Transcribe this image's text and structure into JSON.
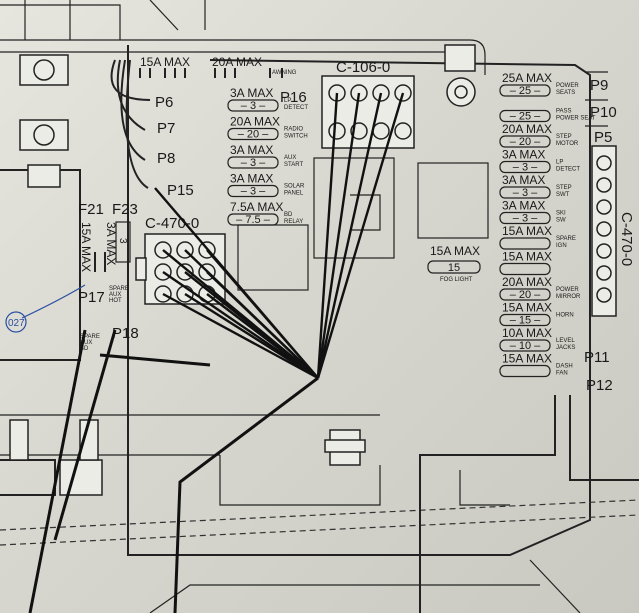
{
  "connectors": {
    "c106": "C-106-0",
    "c470_left": "C-470-0",
    "c470_right": "C-470-0"
  },
  "plugs": {
    "p5": "P5",
    "p6": "P6",
    "p7": "P7",
    "p8": "P8",
    "p9": "P9",
    "p10": "P10",
    "p11": "P11",
    "p12": "P12",
    "p15": "P15",
    "p16": "P16",
    "p17": "P17",
    "p18": "P18"
  },
  "top_ratings": {
    "r15": "15A MAX",
    "r20": "20A MAX",
    "awning": "AWNING"
  },
  "middle_fuses": [
    {
      "rating": "3A MAX",
      "value": "3",
      "label1": "LP",
      "label2": "DETECT"
    },
    {
      "rating": "20A MAX",
      "value": "20",
      "label1": "RADIO",
      "label2": "SWITCH"
    },
    {
      "rating": "3A MAX",
      "value": "3",
      "label1": "AUX",
      "label2": "START"
    },
    {
      "rating": "3A MAX",
      "value": "3",
      "label1": "SOLAR",
      "label2": "PANEL"
    },
    {
      "rating": "7.5A MAX",
      "value": "7.5",
      "label1": "BD",
      "label2": "RELAY"
    }
  ],
  "fog_fuse": {
    "rating": "15A MAX",
    "value": "15",
    "label": "FOG LIGHT"
  },
  "right_fuses": [
    {
      "rating": "25A MAX",
      "value": "25",
      "label1": "POWER",
      "label2": "SEATS"
    },
    {
      "rating": "",
      "value": "25",
      "label1": "PASS",
      "label2": "POWER SEAT"
    },
    {
      "rating": "20A MAX",
      "value": "20",
      "label1": "STEP",
      "label2": "MOTOR"
    },
    {
      "rating": "3A MAX",
      "value": "3",
      "label1": "LP",
      "label2": "DETECT"
    },
    {
      "rating": "3A MAX",
      "value": "3",
      "label1": "STEP",
      "label2": "SWT"
    },
    {
      "rating": "3A MAX",
      "value": "3",
      "label1": "SKI",
      "label2": "SW"
    },
    {
      "rating": "15A MAX",
      "value": "",
      "label1": "SPARE",
      "label2": "IGN"
    },
    {
      "rating": "15A MAX",
      "value": "",
      "label1": "",
      "label2": ""
    },
    {
      "rating": "20A MAX",
      "value": "20",
      "label1": "POWER",
      "label2": "MIRROR"
    },
    {
      "rating": "15A MAX",
      "value": "15",
      "label1": "HORN",
      "label2": ""
    },
    {
      "rating": "10A MAX",
      "value": "10",
      "label1": "LEVEL",
      "label2": "JACKS"
    },
    {
      "rating": "15A MAX",
      "value": "",
      "label1": "DASH",
      "label2": "FAN"
    }
  ],
  "left_fuses": {
    "f21": "F21",
    "f23": "F23",
    "f21_rating": "15A MAX",
    "f23_rating": "3A MAX",
    "f23_value": "3"
  },
  "spare_labels": {
    "aux_hot1": "SPARE",
    "aux_hot2": "AUX",
    "aux_hot3": "HOT",
    "aux_bd1": "SPARE",
    "aux_bd2": "AUX",
    "aux_bd3": "BD"
  },
  "callout": "027"
}
